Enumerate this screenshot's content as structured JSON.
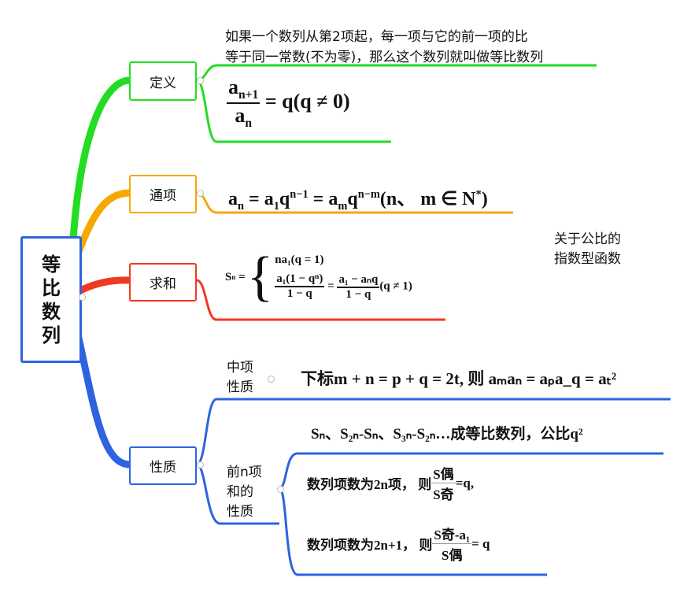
{
  "root": {
    "label": [
      "等",
      "比",
      "数",
      "列"
    ]
  },
  "colors": {
    "definition": "#22dd22",
    "general_term": "#f5a800",
    "sum": "#f03a20",
    "properties": "#2d63e0"
  },
  "definition": {
    "label": "定义",
    "text_line1": "如果一个数列从第2项起，每一项与它的前一项的比",
    "text_line2": "等于同一常数(不为零)，那么这个数列就叫做等比数列",
    "formula_num": "a",
    "formula_num_sub": "n+1",
    "formula_den": "a",
    "formula_den_sub": "n",
    "formula_rhs": "= q(q ≠ 0)"
  },
  "general_term": {
    "label": "通项",
    "formula": [
      "a",
      "n",
      " = a",
      "1",
      "q",
      "n−1",
      " = a",
      "m",
      "q",
      "n−m",
      "(n、 m ∈ N",
      "*",
      ")"
    ]
  },
  "note": {
    "line1": "关于公比的",
    "line2": "指数型函数"
  },
  "sum": {
    "label": "求和",
    "lhs": "S",
    "lhs_sub": "n",
    "eq": "=",
    "case1": "na₁(q = 1)",
    "case2_frac1_num": "a₁(1 − qⁿ)",
    "case2_frac1_den": "1 − q",
    "case2_eq": "=",
    "case2_frac2_num": "a₁ − aₙq",
    "case2_frac2_den": "1 − q",
    "case2_cond": "(q ≠ 1)"
  },
  "properties": {
    "label": "性质",
    "middle_term": {
      "label_line1": "中项",
      "label_line2": "性质",
      "formula": "下标m + n = p + q = 2t, 则 aₘaₙ = aₚa_q = aₜ²"
    },
    "partial_sums": {
      "label_line1": "前n项",
      "label_line2": "和的",
      "label_line3": "性质",
      "item1": "Sₙ、S₂ₙ-Sₙ、S₃ₙ-S₂ₙ…成等比数列，公比q²",
      "item2_text": "数列项数为2n项， 则",
      "item2_num": "S偶",
      "item2_den": "S奇",
      "item2_rhs": "=q,",
      "item3_text": "数列项数为2n+1， 则",
      "item3_num": "S奇-a₁",
      "item3_den": "S偶",
      "item3_rhs": "= q"
    }
  }
}
